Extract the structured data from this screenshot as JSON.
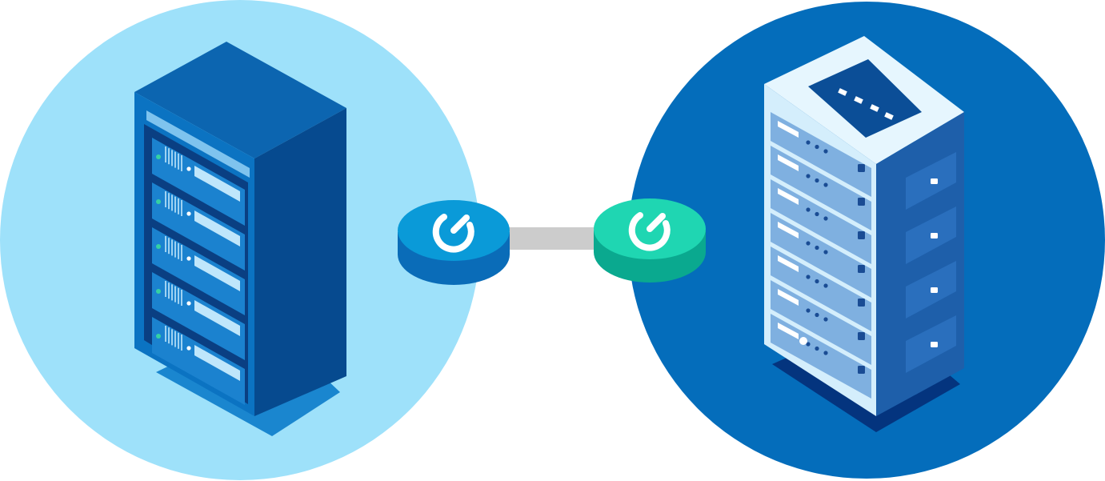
{
  "illustration": {
    "subject": "two-server-connection",
    "elements": [
      "source-server",
      "destination-server",
      "power-button-node",
      "connector-link"
    ]
  },
  "colors": {
    "background": "#ffffff",
    "left_circle": "#9ee1fa",
    "right_circle": "#046dbb",
    "left_server_front": "#0b73c2",
    "left_server_side": "#064a8f",
    "left_server_top": "#0c65b0",
    "right_server_front": "#d4eefc",
    "right_server_side": "#1e5faa",
    "node_blue": "#0a9ad8",
    "node_blue_dark": "#0a6cb8",
    "node_green": "#1fd6b2",
    "node_green_dark": "#0aa98f",
    "connector": "#cccccc",
    "status_light": "#35d1a2"
  },
  "icons": {
    "left_node": "power-icon",
    "right_node": "power-icon"
  }
}
